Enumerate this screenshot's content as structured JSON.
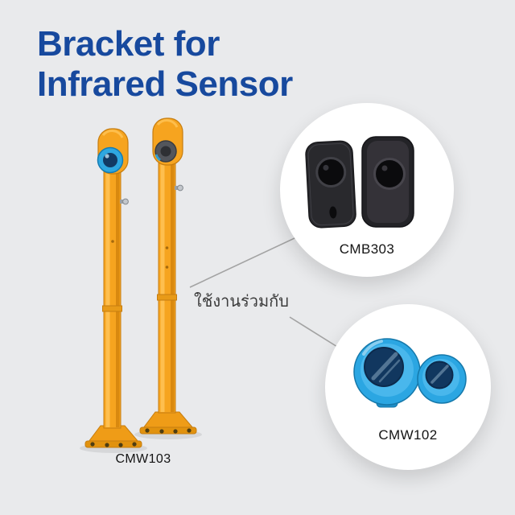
{
  "header": {
    "title_line1": "Bracket for",
    "title_line2": "Infrared Sensor"
  },
  "scene": {
    "compatibility_note": "ใช้งานร่วมกับ",
    "bracket": {
      "model": "CMW103",
      "icon": "bracket-pole-pair-icon"
    },
    "callouts": [
      {
        "model": "CMB303",
        "icon": "black-infrared-sensor-pair-icon"
      },
      {
        "model": "CMW102",
        "icon": "blue-infrared-sensor-pair-icon"
      }
    ]
  },
  "colors": {
    "background": "#e9eaec",
    "title_blue": "#17499e",
    "bracket_orange": "#f6a41f",
    "sensor_blue": "#2ba6e2",
    "connector_gray": "#a3a3a3",
    "callout_white": "#ffffff",
    "label_dark": "#141414"
  }
}
